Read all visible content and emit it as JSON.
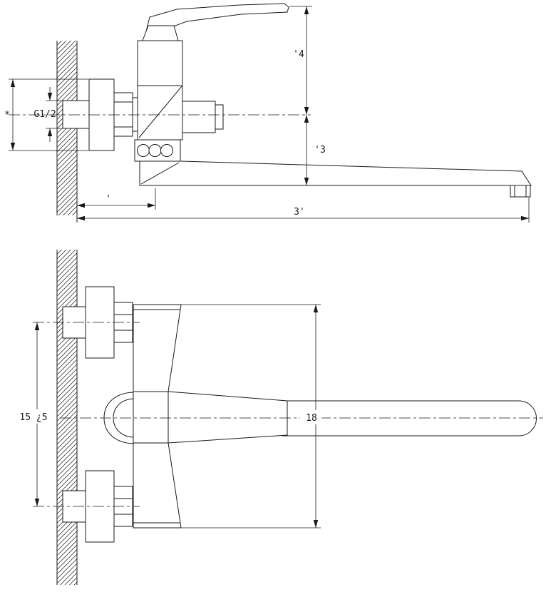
{
  "drawing": {
    "view_top": {
      "dims": {
        "handle_height": "'4",
        "spout_drop": "'3",
        "thread": "G1/2",
        "flange_span": "*",
        "wall_to_center": "'",
        "spout_reach": "3'"
      }
    },
    "view_bottom": {
      "dims": {
        "mount_centers": "15 ¿5",
        "body_span": "18"
      }
    }
  }
}
